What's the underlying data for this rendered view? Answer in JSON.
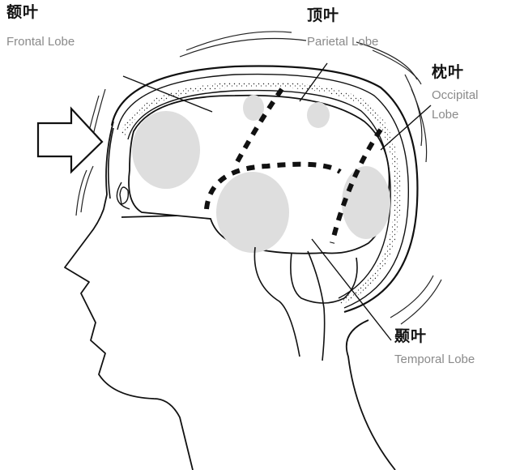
{
  "labels": {
    "frontal": {
      "zh": "额叶",
      "en": "Frontal Lobe"
    },
    "parietal": {
      "zh": "顶叶",
      "en": "Parietal Lobe"
    },
    "occipital": {
      "zh": "枕叶",
      "en": "Occipital",
      "en2": "Lobe"
    },
    "temporal": {
      "zh": "颞叶",
      "en": "Temporal Lobe"
    }
  },
  "colors": {
    "line": "#111111",
    "region": "#dedede",
    "caption": "#8a8a8a"
  },
  "icons": {
    "impact": "arrow-right-outline-icon"
  }
}
